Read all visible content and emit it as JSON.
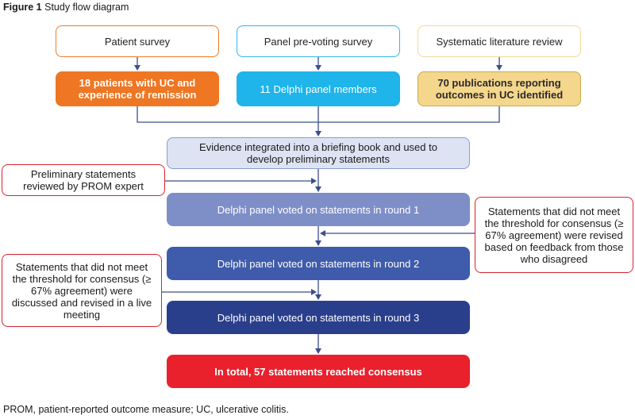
{
  "figure": {
    "label": "Figure 1",
    "title": "Study flow diagram"
  },
  "sources": {
    "patient_survey": "Patient survey",
    "panel_survey": "Panel pre-voting survey",
    "literature_review": "Systematic literature review"
  },
  "inputs": {
    "patients": "18 patients with UC and experience of remission",
    "panel_members": "11 Delphi panel members",
    "publications": "70 publications reporting outcomes in UC identified"
  },
  "steps": {
    "evidence": "Evidence integrated into a briefing book and used to develop preliminary statements",
    "round1": "Delphi panel voted on statements in round 1",
    "round2": "Delphi panel voted on statements in round 2",
    "round3": "Delphi panel voted on statements in round 3",
    "result": "In total, 57 statements reached consensus"
  },
  "notes": {
    "prom_review": "Preliminary statements reviewed by PROM expert",
    "after_round1": "Statements that did not meet the threshold for consensus (≥ 67% agreement) were revised based on feedback from those who disagreed",
    "after_round2": "Statements that did not meet the threshold for consensus (≥ 67% agreement) were discussed and revised in a live meeting"
  },
  "footnote": "PROM, patient-reported outcome measure; UC, ulcerative colitis.",
  "colors": {
    "arrow": "#3b4f8c",
    "patient": "#ef7622",
    "panel": "#1fb4ea",
    "literature": "#f4d68c",
    "final": "#e8212d",
    "note_border": "#d9232e"
  }
}
